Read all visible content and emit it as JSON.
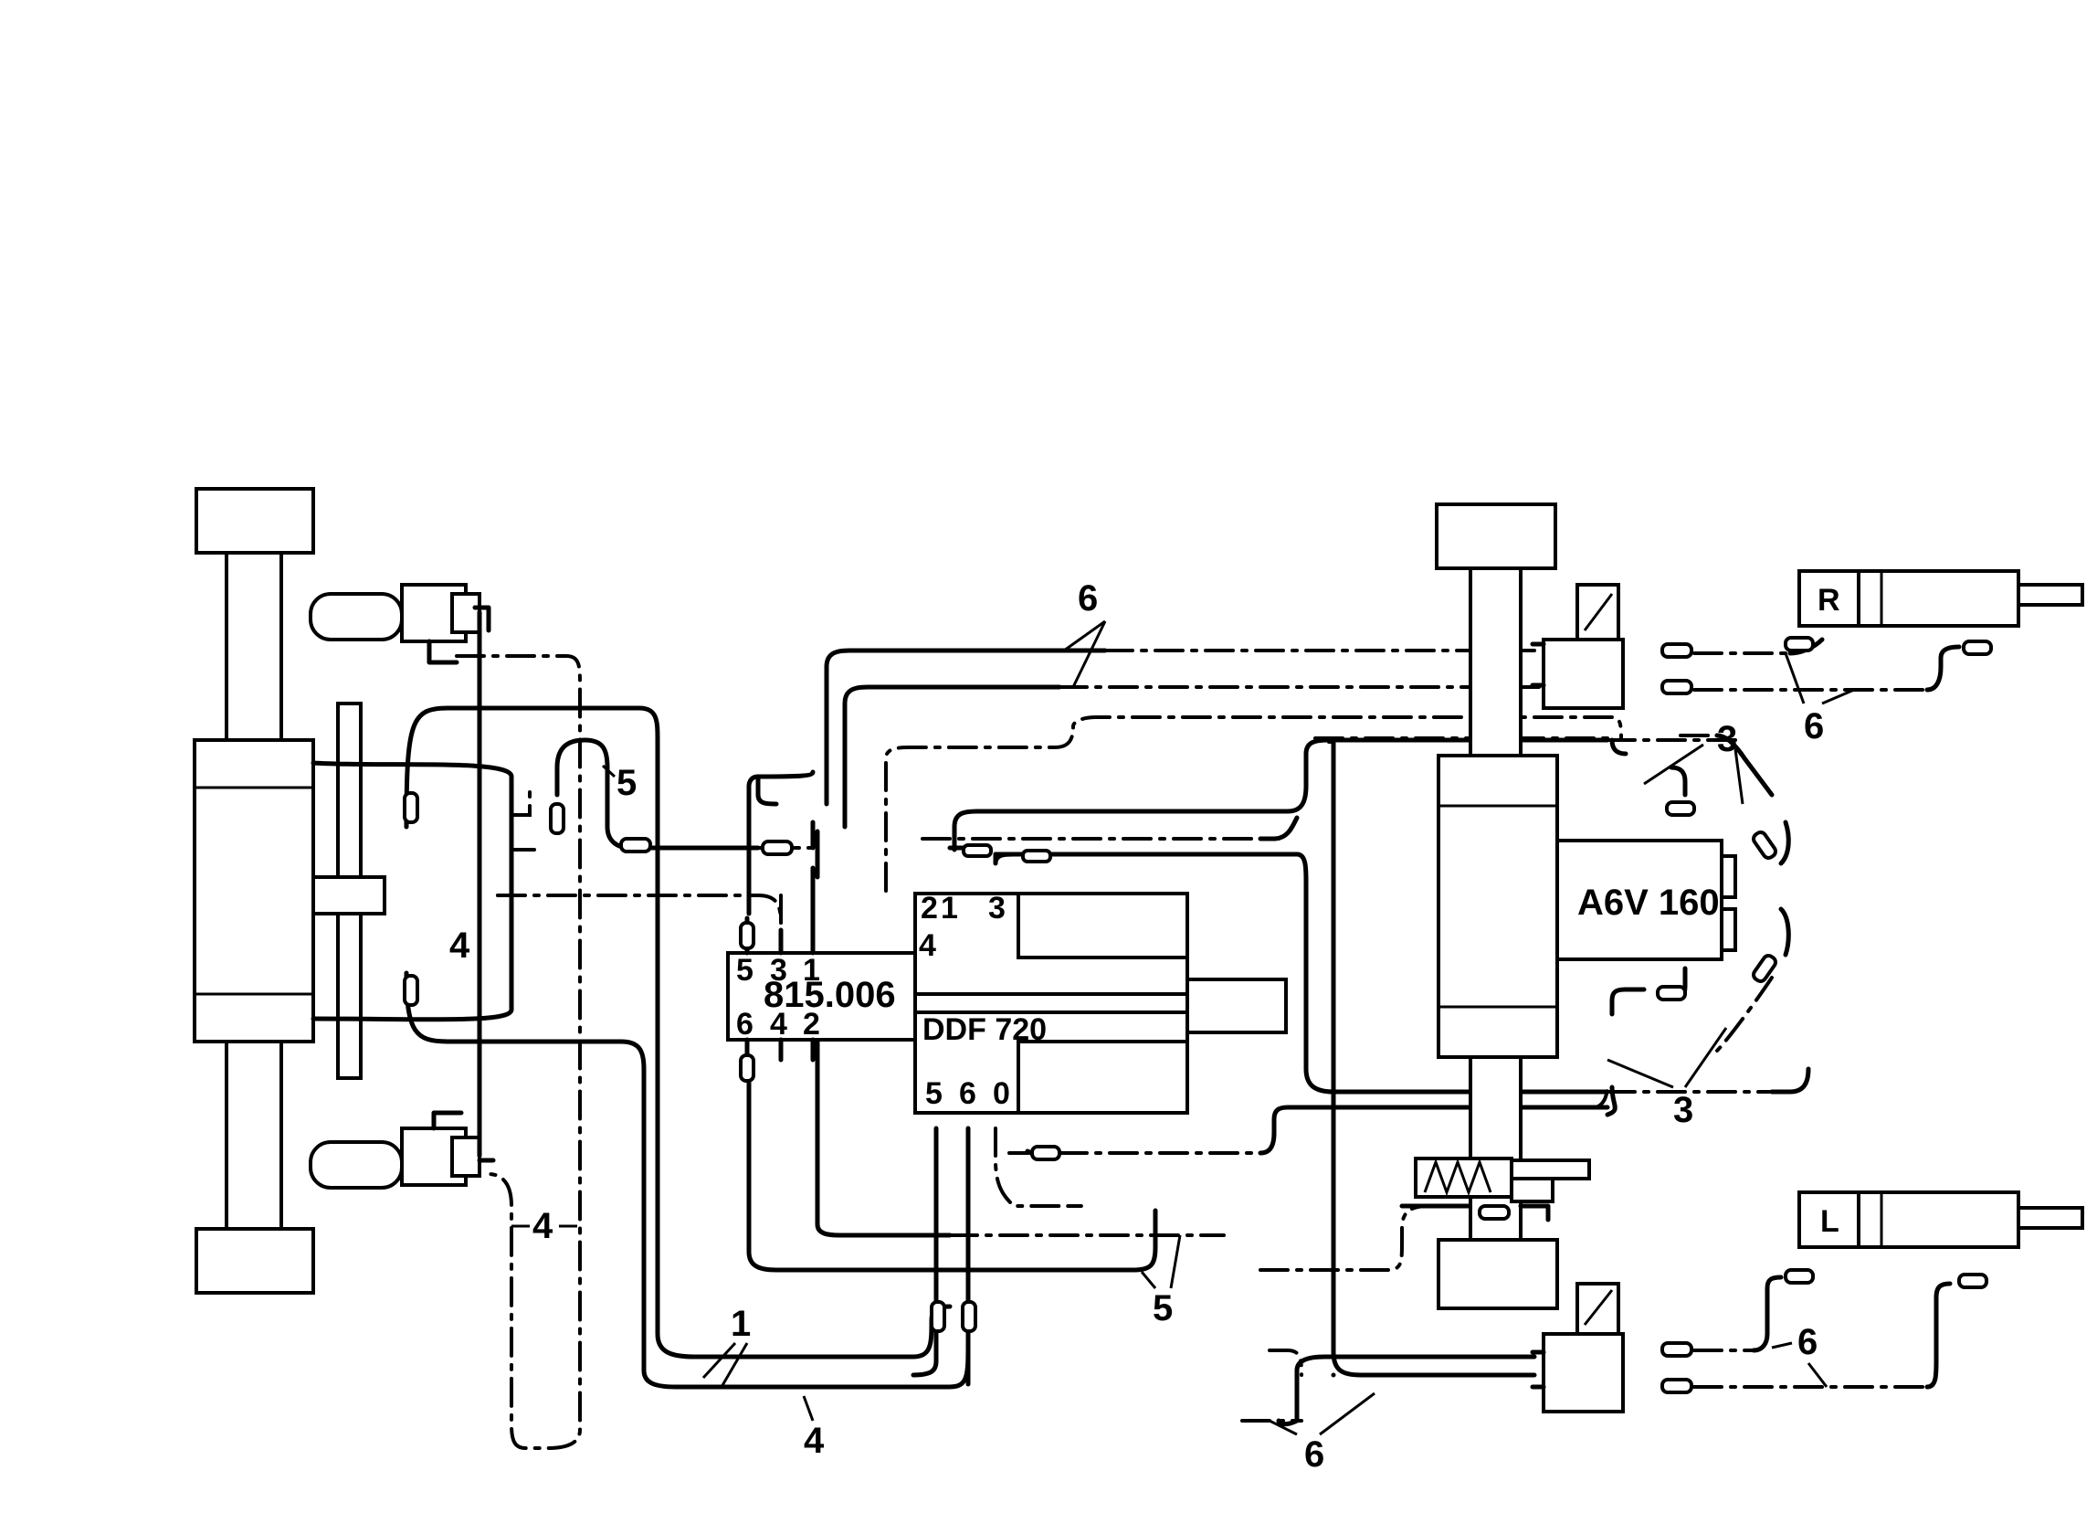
{
  "valve_block": {
    "name": "815.006",
    "ports_top": [
      "5",
      "3",
      "1"
    ],
    "ports_bottom": [
      "6",
      "4",
      "2"
    ]
  },
  "control_unit": {
    "name": "DDF 720",
    "ports_left": [
      "2",
      "4"
    ],
    "ports_top": [
      "1",
      "3"
    ],
    "ports_bottom": [
      "5",
      "6",
      "0"
    ]
  },
  "pump": {
    "name": "A6V 160"
  },
  "cylinders": {
    "right": "R",
    "left": "L"
  },
  "line_numbers": {
    "l1": "1",
    "l3a": "3",
    "l3b": "3",
    "l4a": "4",
    "l4b": "4",
    "l4c": "4",
    "l5a": "5",
    "l5b": "5",
    "l6a": "6",
    "l6b": "6",
    "l6c": "6",
    "l6d": "6"
  }
}
